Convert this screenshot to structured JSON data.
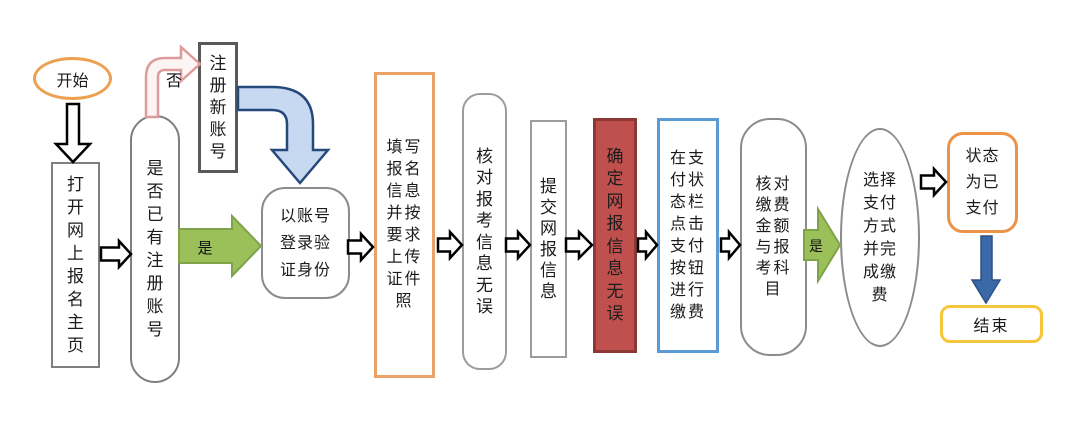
{
  "diagram": {
    "background_color": "#ffffff",
    "nodes": {
      "start": {
        "label": "开始",
        "shape": "oval",
        "border_color": "#eda04f"
      },
      "open_homepage": {
        "label": "打\n开\n网\n上\n报\n名\n主\n页",
        "shape": "rect",
        "border_color": "#7f7f7f"
      },
      "has_account": {
        "label": "是\n否\n已\n有\n注\n册\n账\n号",
        "shape": "capsule",
        "border_color": "#7f7f7f"
      },
      "register_new": {
        "label": "注\n册\n新\n账\n号",
        "shape": "rect",
        "border_color": "#595959"
      },
      "login_verify": {
        "label": "以账号\n登录验\n证身份",
        "shape": "rounded-rect",
        "border_color": "#8c8c8c"
      },
      "fill_info": {
        "label": "填写\n报名\n信息\n并按\n要求\n上传\n证件\n照",
        "shape": "rect",
        "border_color": "#eba266"
      },
      "check_info": {
        "label": "核\n对\n报\n考\n信\n息\n无\n误",
        "shape": "rounded-rect",
        "border_color": "#9c9c9c"
      },
      "submit_info": {
        "label": "提\n交\n网\n报\n信\n息",
        "shape": "rect",
        "border_color": "#9c9c9c"
      },
      "confirm_info": {
        "label": "确\n定\n网\n报\n信\n息\n无\n误",
        "shape": "rect",
        "fill_color": "#c0504d",
        "border_color": "#8e3836"
      },
      "click_pay": {
        "label": "在支\n付状\n态栏\n点击\n支付\n按钮\n进行\n缴费",
        "shape": "rect",
        "border_color": "#5b9bd5"
      },
      "check_amount": {
        "label": "核对\n缴费\n金额\n与报\n考科\n目",
        "shape": "rounded-rect",
        "border_color": "#8c8c8c"
      },
      "choose_payment": {
        "label": "选择\n支付\n方式\n并完\n成缴\n费",
        "shape": "ellipse",
        "border_color": "#8c8c8c"
      },
      "status_paid": {
        "label": "状态\n为已\n支付",
        "shape": "rounded-rect",
        "border_color": "#ed9349"
      },
      "end": {
        "label": "结束",
        "shape": "rounded-rect",
        "border_color": "#f5c63a"
      }
    },
    "branch_labels": {
      "no": "否",
      "yes_login": "是",
      "yes_pay": "是"
    },
    "arrow_colors": {
      "outline_arrow_stroke": "#000000",
      "outline_arrow_fill": "#ffffff",
      "yes_arrow_fill": "#9bc05a",
      "yes_arrow_border": "#7fa24b",
      "no_arrow_fill": "#fdf4f4",
      "no_arrow_border": "#dd9c9c",
      "register_arrow_fill": "#c6d9f1",
      "register_arrow_border": "#26497c",
      "end_arrow_fill": "#3b69a8",
      "end_arrow_border": "#2d5183"
    }
  }
}
